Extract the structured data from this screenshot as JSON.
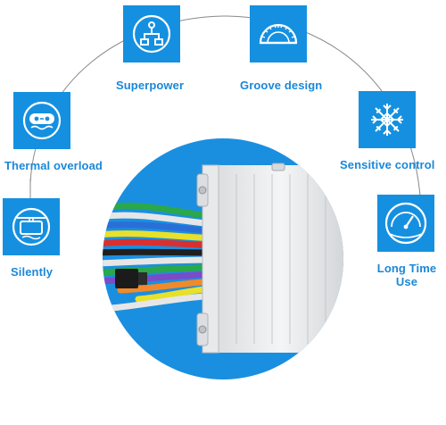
{
  "colors": {
    "accent": "#1590e0",
    "label": "#1a88d8",
    "ring": "#7a7a7a"
  },
  "features": [
    {
      "label": "Superpower",
      "icon": "flowchart-icon"
    },
    {
      "label": "Groove design",
      "icon": "protractor-icon"
    },
    {
      "label": "Thermal overload",
      "icon": "thermal-sensor-icon"
    },
    {
      "label": "Sensitive control",
      "icon": "snowflake-icon"
    },
    {
      "label": "Silently",
      "icon": "silent-device-icon"
    },
    {
      "label_lines": [
        "Long Time",
        "Use"
      ],
      "icon": "gauge-icon"
    }
  ],
  "product": {
    "icon": "motor-controller-image"
  }
}
